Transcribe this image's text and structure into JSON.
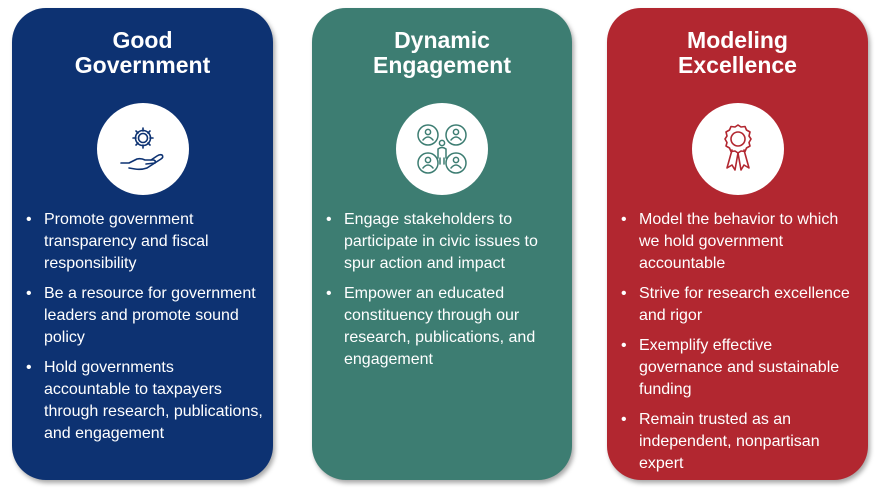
{
  "colors": {
    "good_government": "#0d3272",
    "dynamic_engagement": "#3d7d72",
    "modeling_excellence": "#b22730"
  },
  "cards": [
    {
      "title_line1": "Good",
      "title_line2": "Government",
      "icon": "gear-hand-icon",
      "bullets": [
        "Promote government transparency and fiscal responsibility",
        "Be a resource for government leaders and promote sound policy",
        "Hold governments accountable to taxpayers through research, publications, and engagement"
      ]
    },
    {
      "title_line1": "Dynamic",
      "title_line2": "Engagement",
      "icon": "people-network-icon",
      "bullets": [
        "Engage stakeholders to participate in civic issues to spur action and impact",
        "Empower an educated constituency through our research, publications, and engagement"
      ]
    },
    {
      "title_line1": "Modeling",
      "title_line2": "Excellence",
      "icon": "award-ribbon-icon",
      "bullets": [
        "Model the behavior to which we hold government accountable",
        "Strive for research excellence and rigor",
        "Exemplify effective governance and sustainable funding",
        "Remain trusted as an independent, nonpartisan expert"
      ]
    }
  ]
}
